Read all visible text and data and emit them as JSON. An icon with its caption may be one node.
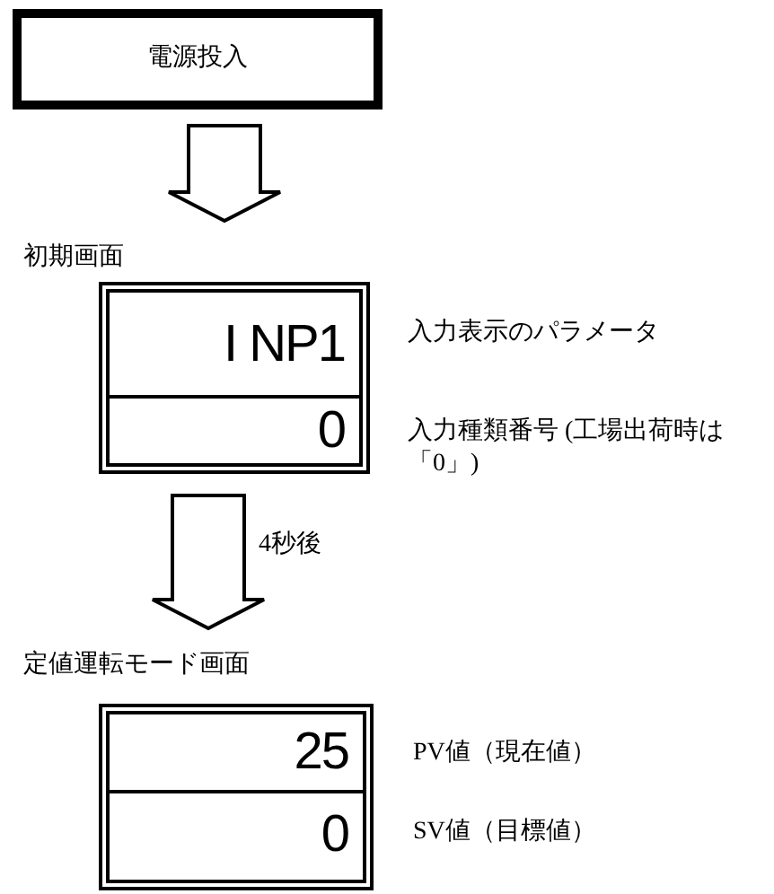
{
  "diagram": {
    "nodes": [
      {
        "text": [
          "電源投入"
        ]
      },
      {
        "text": [
          "初期画面"
        ]
      },
      {
        "text": [
          "I NP1"
        ],
        "in": 1,
        "beside": [
          "入力表示のパラメータ"
        ]
      },
      {
        "text": [
          "0"
        ],
        "in": 1,
        "beside": [
          "入力種類番号 (工場出荷時は「0」)"
        ]
      },
      {
        "text": [
          "定値運転モード画面"
        ]
      },
      {
        "text": [
          "25"
        ],
        "in": 4,
        "beside": [
          "PV値（現在値）"
        ]
      },
      {
        "text": [
          "0"
        ],
        "in": 4,
        "beside": [
          "SV値（目標値）"
        ]
      }
    ],
    "edges": [
      {
        "from": 0,
        "to": 1,
        "arrow": "to"
      },
      {
        "from": 1,
        "to": 4,
        "arrow": "to",
        "label": "4秒後"
      }
    ]
  }
}
